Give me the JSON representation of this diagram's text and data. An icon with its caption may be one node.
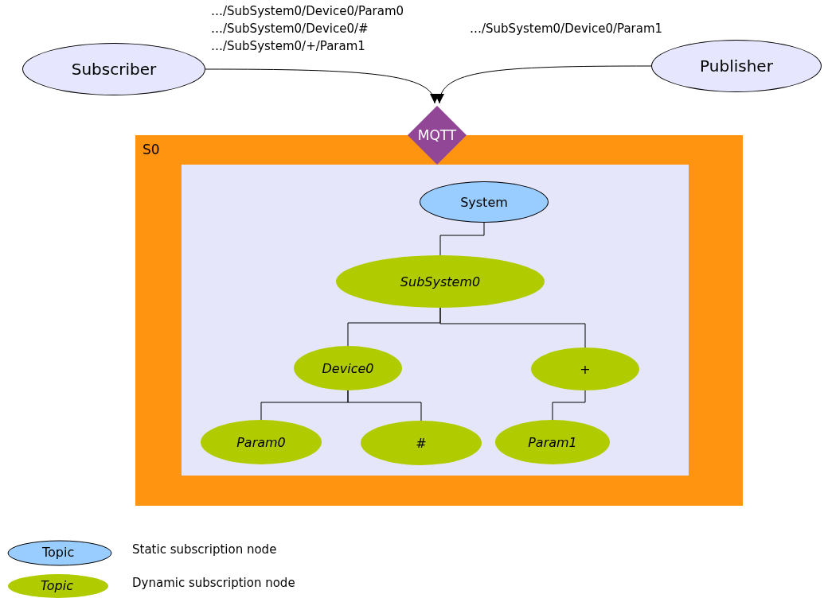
{
  "diagram": {
    "nodes": [
      {
        "text": [
          "Subscriber"
        ],
        "beside": [
          "…/SubSystem0/Device0/Param0",
          "…/SubSystem0/Device0/#",
          "…/SubSystem0/+/Param1"
        ]
      },
      {
        "text": [
          "Publisher"
        ],
        "beside": [
          "…/SubSystem0/Device0/Param1"
        ]
      },
      {
        "text": [
          "S0"
        ]
      },
      {
        "text": [],
        "shape": "box",
        "in": 2
      },
      {
        "text": [
          "MQTT"
        ]
      },
      {
        "text": [
          "System"
        ],
        "in": 3
      },
      {
        "text": [
          "SubSystem0"
        ],
        "in": 3
      },
      {
        "text": [
          "Device0"
        ],
        "in": 3
      },
      {
        "text": [
          "+"
        ],
        "in": 3
      },
      {
        "text": [
          "Param0"
        ],
        "in": 3
      },
      {
        "text": [
          "#"
        ],
        "in": 3
      },
      {
        "text": [
          "Param1"
        ],
        "in": 3
      }
    ],
    "edges": [
      {
        "from": 0,
        "to": 4,
        "arrow": "to"
      },
      {
        "from": 1,
        "to": 4,
        "arrow": "to"
      },
      {
        "from": 5,
        "to": 6,
        "arrow": "none"
      },
      {
        "from": 6,
        "to": 7,
        "arrow": "none"
      },
      {
        "from": 6,
        "to": 8,
        "arrow": "none"
      },
      {
        "from": 7,
        "to": 9,
        "arrow": "none"
      },
      {
        "from": 7,
        "to": 10,
        "arrow": "none"
      },
      {
        "from": 8,
        "to": 11,
        "arrow": "none"
      }
    ],
    "labels": [
      "Topic",
      "Topic"
    ],
    "legend": [
      {
        "text": "Static subscription node",
        "color": "#99ccff"
      },
      {
        "text": "Dynamic subscription node",
        "color": "#b0cc00"
      }
    ]
  }
}
